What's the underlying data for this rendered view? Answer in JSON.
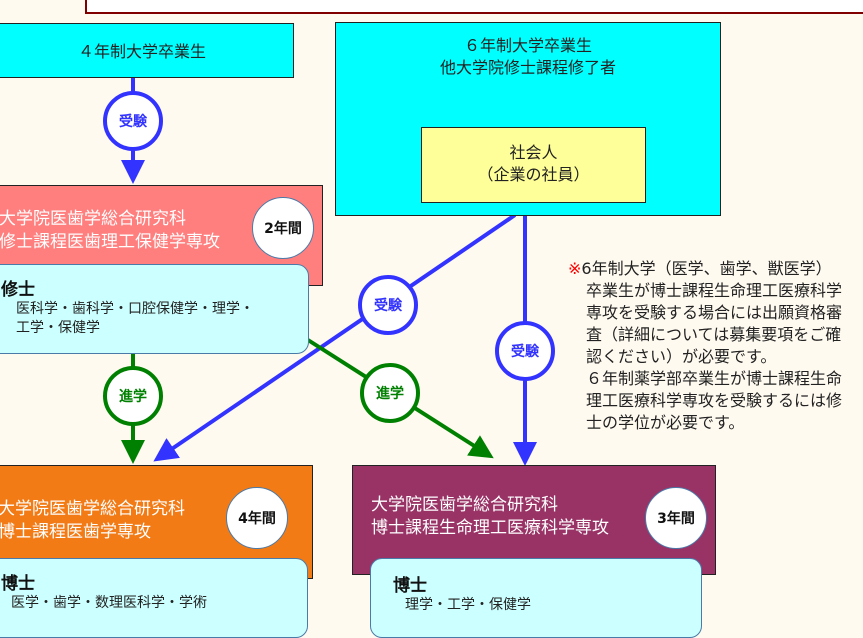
{
  "sources": {
    "four_year": "４年制大学卒業生",
    "six_year_line1": "６年制大学卒業生",
    "six_year_line2": "他大学院修士課程修了者",
    "working_line1": "社会人",
    "working_line2": "（企業の社員）"
  },
  "connectors": {
    "exam": "受験",
    "advance": "進学"
  },
  "programs": [
    {
      "line1": "大学院医歯学総合研究科",
      "line2": "修士課程医歯理工保健学専攻",
      "years": "2年間",
      "degree": "修士",
      "subjects": [
        "医科学・歯科学・口腔保健学・理学・",
        "工学・保健学"
      ],
      "color": "#ff7f7f"
    },
    {
      "line1": "大学院医歯学総合研究科",
      "line2": "博士課程医歯学専攻",
      "years": "4年間",
      "degree": "博士",
      "subjects": [
        "医学・歯学・数理医科学・学術"
      ],
      "color": "#f27b16"
    },
    {
      "line1": "大学院医歯学総合研究科",
      "line2": "博士課程生命理工医療科学専攻",
      "years": "3年間",
      "degree": "博士",
      "subjects": [
        "理学・工学・保健学"
      ],
      "color": "#993366"
    }
  ],
  "note": {
    "mark": "※",
    "lines": [
      "6年制大学（医学、歯学、獣医学）",
      "卒業生が博士課程生命理工医療科学",
      "専攻を受験する場合には出願資格審",
      "査（詳細については募集要項をご確",
      "認ください）が必要です。",
      "６年制薬学部卒業生が博士課程生命",
      "理工医療科学専攻を受験するには修",
      "士の学位が必要です。"
    ]
  }
}
